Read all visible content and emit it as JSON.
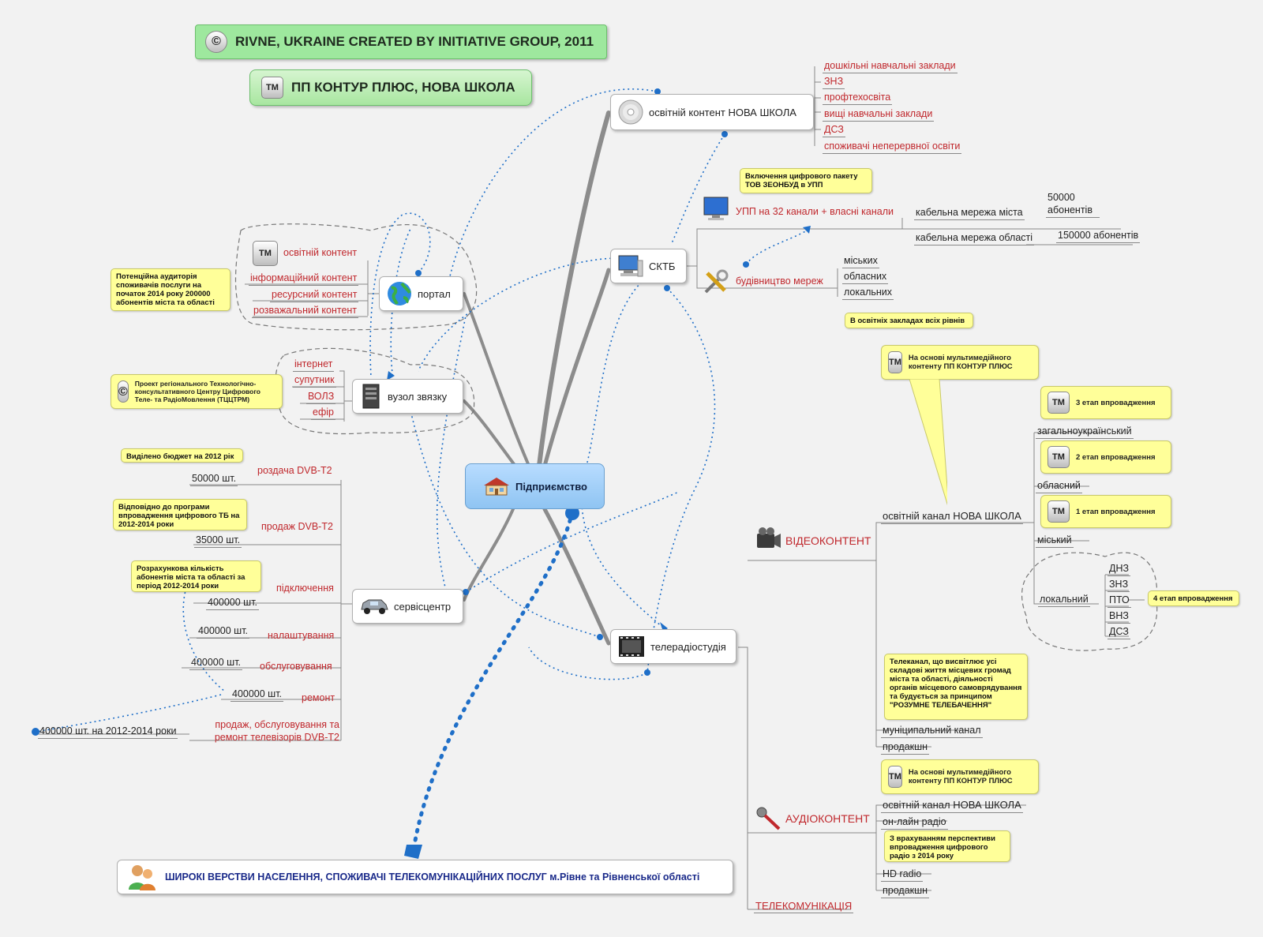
{
  "banners": {
    "copyright": "RIVNE, UKRAINE CREATED BY INITIATIVE GROUP, 2011",
    "copyright_badge": "©",
    "trademark": "ПП КОНТУР ПЛЮС, НОВА ШКОЛА",
    "trademark_badge": "TM"
  },
  "central": "Підприємство",
  "nodes": {
    "content": "освітній контент НОВА ШКОЛА",
    "sktb": "СКТБ",
    "portal": "портал",
    "hub": "вузол звязку",
    "service": "сервісцентр",
    "studio": "телерадіостудія"
  },
  "content_items": [
    "дошкільні навчальні заклади",
    "ЗНЗ",
    "профтехосвіта",
    "вищі навчальні заклади",
    "ДСЗ",
    "споживачі неперервної освіти"
  ],
  "sktb": {
    "upp": "УПП на 32 канали + власні канали",
    "upp_note": "Включення цифрового пакету ТОВ ЗЕОНБУД в УПП",
    "cable_city": "кабельна мережа міста",
    "cable_city_val": "50000 абонентів",
    "cable_region": "кабельна мережа області",
    "cable_region_val": "150000 абонентів",
    "build": "будівництво мереж",
    "build_items": [
      "міських",
      "обласних",
      "локальних"
    ],
    "build_note": "В освітніх закладах всіх рівнів"
  },
  "portal": {
    "badge": "TM",
    "items": [
      "освітній контент",
      "інформаційний контент",
      "ресурсний контент",
      "розважальний контент"
    ],
    "note": "Потенційна аудиторія споживачів послуги на початок 2014 року 200000 абонентів міста та області"
  },
  "hub": {
    "items": [
      "інтернет",
      "супутник",
      "ВОЛЗ",
      "ефір"
    ],
    "badge": "©",
    "note": "Проект регіонального Технологічно-консультативного Центру Цифрового Теле- та РадіоМовлення (ТЦЦТРМ)"
  },
  "service": {
    "items": [
      {
        "label": "роздача DVB-T2",
        "value": "50000 шт."
      },
      {
        "label": "продаж DVB-T2",
        "value": "35000 шт."
      },
      {
        "label": "підключення",
        "value": "400000 шт."
      },
      {
        "label": "налаштування",
        "value": "400000 шт."
      },
      {
        "label": "обслуговування",
        "value": "400000 шт."
      },
      {
        "label": "ремонт",
        "value": "400000 шт."
      }
    ],
    "sales_label": "продаж, обслуговування та ремонт телевізорів DVB-T2",
    "sales_value": "400000 шт. на 2012-2014 роки",
    "note_budget": "Виділено бюджет на 2012 рік",
    "note_program": "Відповідно до програми впровадження цифрового ТБ на 2012-2014 роки",
    "note_calc": "Розрахункова кількість абонентів міста та області за період 2012-2014 роки"
  },
  "video": {
    "header": "ВІДЕОКОНТЕНТ",
    "channel": "освітній канал НОВА ШКОЛА",
    "channel_note": "На основі мультимедійного контенту ПП КОНТУР ПЛЮС",
    "badge": "TM",
    "levels": [
      {
        "label": "загальноукраїнський",
        "note": "3 етап впровадження"
      },
      {
        "label": "обласний",
        "note": "2 етап впровадження"
      },
      {
        "label": "міський",
        "note": "1 етап впровадження"
      }
    ],
    "local": "локальний",
    "local_items": [
      "ДНЗ",
      "ЗНЗ",
      "ПТО",
      "ВНЗ",
      "ДСЗ"
    ],
    "local_note": "4 етап впровадження",
    "municipal_note": "Телеканал, що висвітлює усі складові життя місцевих громад міста та області, діяльності органів місцевого самоврядування та будується за принципом \"РОЗУМНЕ ТЕЛЕБАЧЕННЯ\"",
    "municipal": "муніципальний канал",
    "production": "продакшн"
  },
  "audio": {
    "header": "АУДІОКОНТЕНТ",
    "note": "На основі мультимедійного контенту ПП КОНТУР ПЛЮС",
    "badge": "TM",
    "items": [
      "освітній канал НОВА ШКОЛА",
      "он-лайн радіо"
    ],
    "hd_note": "З врахуванням перспективи впровадження цифрового радіо з 2014 року",
    "hd": "HD radio",
    "production": "продакшн"
  },
  "telecom": "ТЕЛЕКОМУНІКАЦІЯ",
  "audience": "ШИРОКІ ВЕРСТВИ НАСЕЛЕННЯ, СПОЖИВАЧІ ТЕЛЕКОМУНІКАЦІЙНИХ ПОСЛУГ м.Рівне та Рівненської області",
  "colors": {
    "link": "#1f6fc8",
    "red_text": "#c0282d",
    "note_bg": "#ffff99",
    "banner_green": "#9ee89e",
    "central_blue": "#8fc4f2"
  }
}
